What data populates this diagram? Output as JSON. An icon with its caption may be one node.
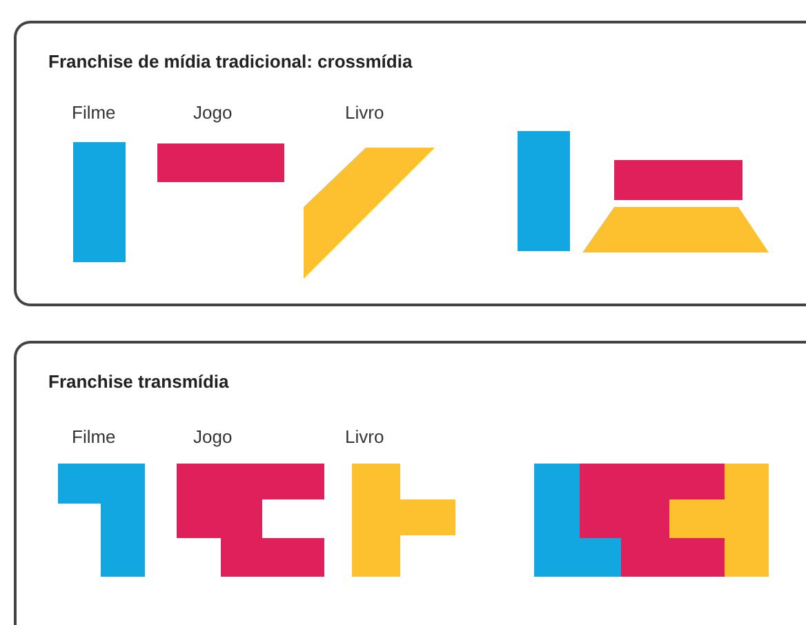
{
  "diagram": {
    "nodes": [
      {
        "text": [
          "Franchise de mídia tradicional: crossmídia"
        ]
      },
      {
        "text": [
          "Filme"
        ],
        "in": 0
      },
      {
        "text": [
          "Jogo"
        ],
        "in": 0
      },
      {
        "text": [
          "Livro"
        ],
        "in": 0
      },
      {
        "text": [],
        "shape": "box",
        "in": 0
      },
      {
        "text": [
          "Franchise transmídia"
        ]
      },
      {
        "text": [
          "Filme"
        ],
        "in": 5
      },
      {
        "text": [
          "Jogo"
        ],
        "in": 5
      },
      {
        "text": [
          "Livro"
        ],
        "in": 5
      },
      {
        "text": [],
        "shape": "box",
        "in": 5
      }
    ]
  }
}
